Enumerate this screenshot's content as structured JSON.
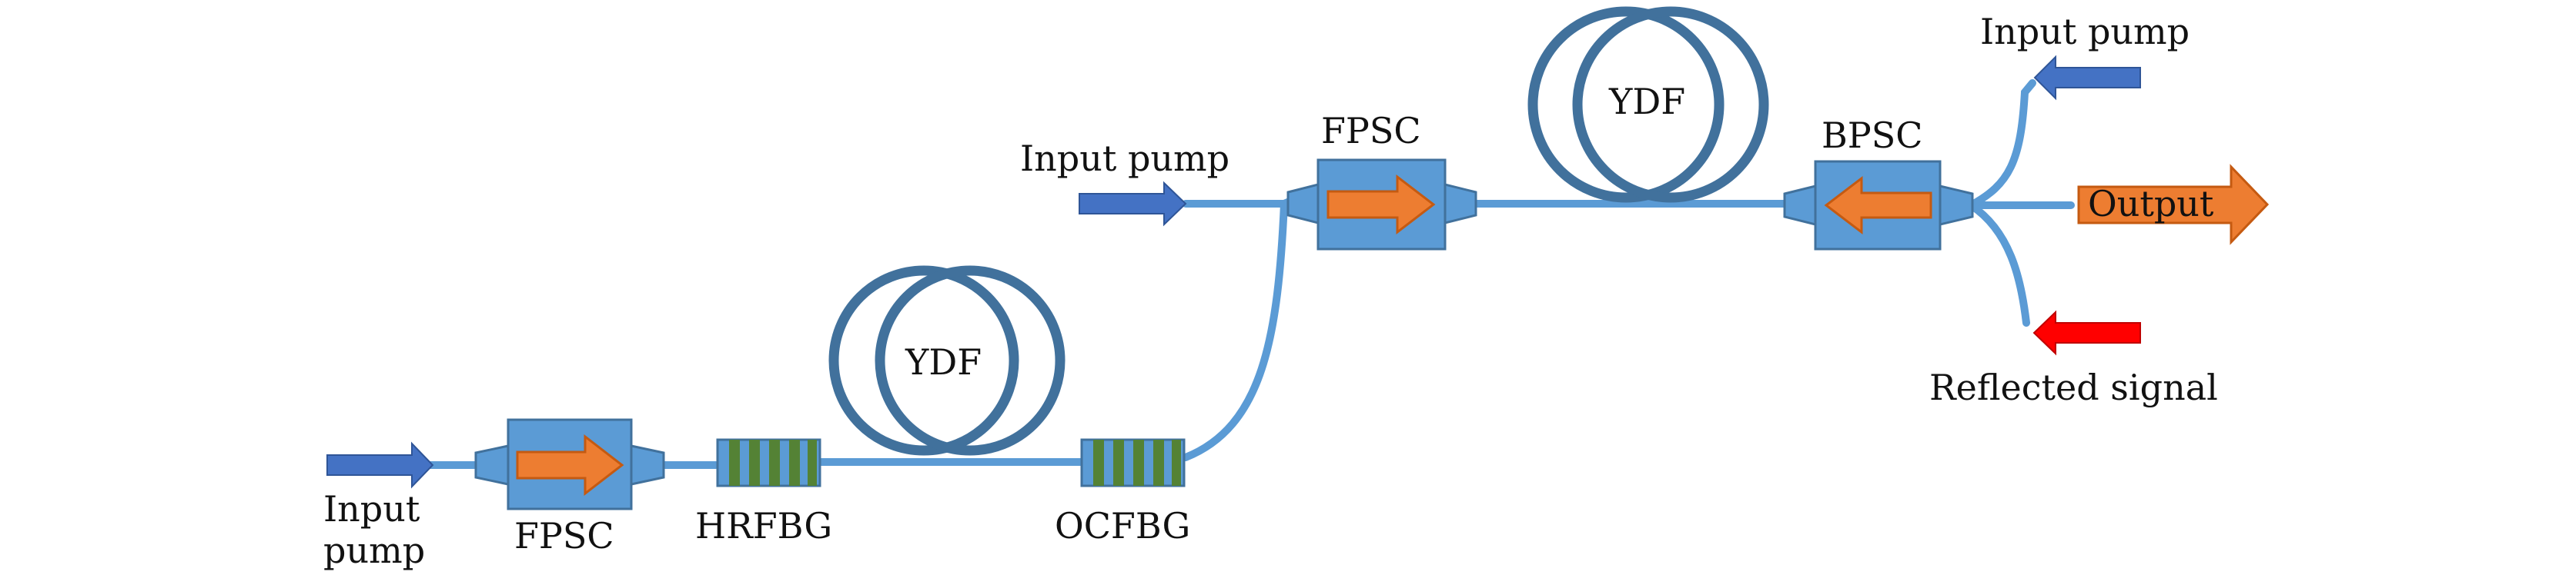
{
  "labels": {
    "input_pump_left_line1": "Input",
    "input_pump_left_line2": "pump",
    "fpsc_1": "FPSC",
    "hrfbg": "HRFBG",
    "ydf_1": "YDF",
    "ocfbg": "OCFBG",
    "input_pump_mid": "Input pump",
    "fpsc_2": "FPSC",
    "ydf_2": "YDF",
    "bpsc": "BPSC",
    "input_pump_right": "Input pump",
    "output": "Output",
    "reflected_signal": "Reflected signal"
  },
  "colors": {
    "fiber": "#5b9bd5",
    "coil": "#41719c",
    "combiner_box": "#5b9bd5",
    "signal_arrow": "#ed7d31",
    "pump_arrow": "#4472c4",
    "reflected_arrow": "#ff0000",
    "grating_green": "#548235"
  },
  "icons": {
    "pump_arrow": "right-arrow",
    "combiner_signal_forward": "right-arrow",
    "combiner_signal_backward": "left-arrow",
    "output_arrow": "right-arrow",
    "reflected_arrow": "left-arrow"
  }
}
